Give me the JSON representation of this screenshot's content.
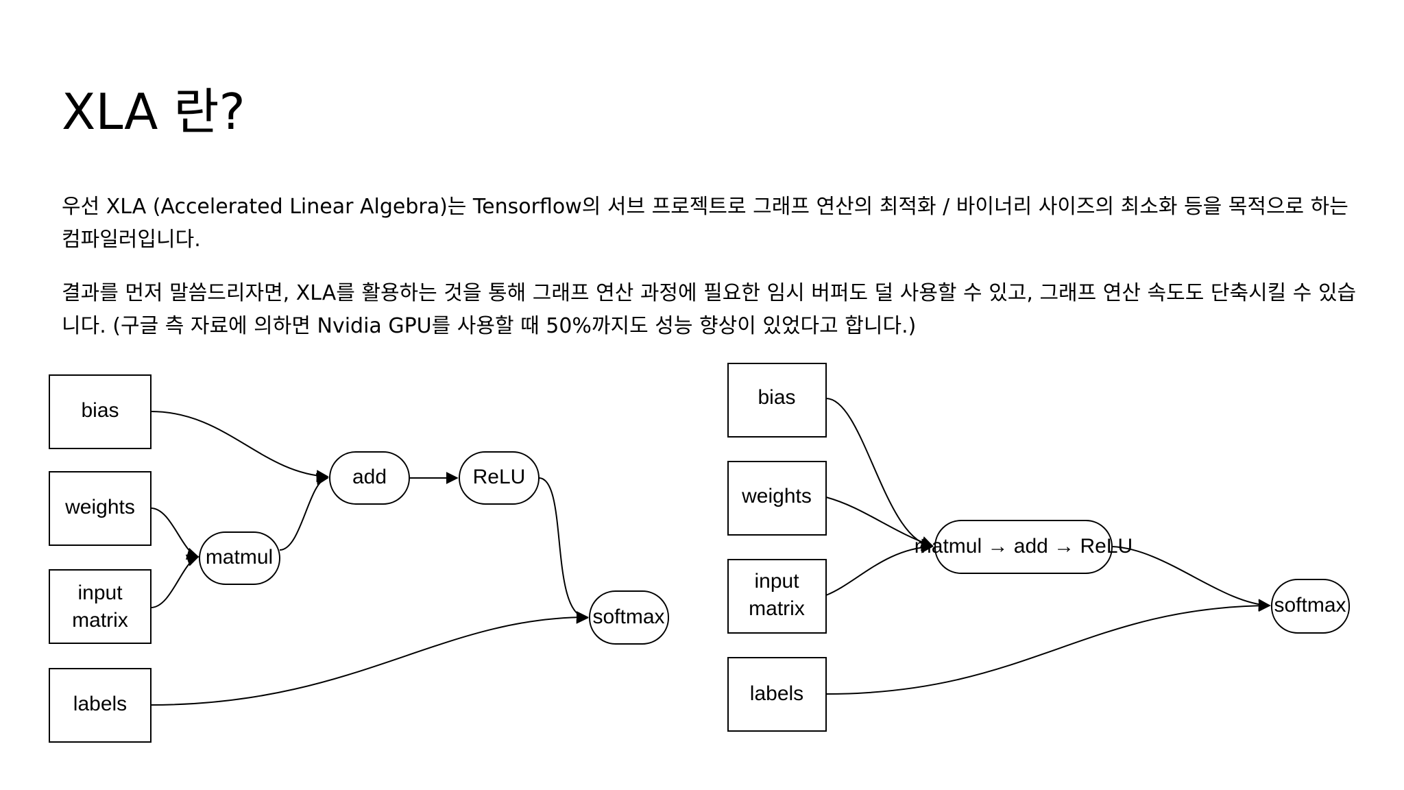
{
  "title": "XLA 란?",
  "paragraphs": [
    "우선 XLA (Accelerated Linear Algebra)는 Tensorflow의 서브 프로젝트로 그래프 연산의 최적화 / 바이너리 사이즈의 최소화 등을 목적으로 하는 컴파일러입니다.",
    "결과를 먼저 말씀드리자면, XLA를 활용하는 것을 통해 그래프 연산 과정에 필요한 임시 버퍼도 덜 사용할 수 있고, 그래프 연산 속도도 단축시킬 수 있습니다. (구글 측 자료에 의하면 Nvidia GPU를 사용할 때 50%까지도 성능 향상이 있었다고 합니다.)"
  ],
  "left_graph": {
    "bias": "bias",
    "weights": "weights",
    "input_line1": "input",
    "input_line2": "matrix",
    "labels": "labels",
    "matmul": "matmul",
    "add": "add",
    "relu": "ReLU",
    "softmax": "softmax"
  },
  "right_graph": {
    "bias": "bias",
    "weights": "weights",
    "input_line1": "input",
    "input_line2": "matrix",
    "labels": "labels",
    "fused": "matmul → add → ReLU",
    "softmax": "softmax"
  }
}
